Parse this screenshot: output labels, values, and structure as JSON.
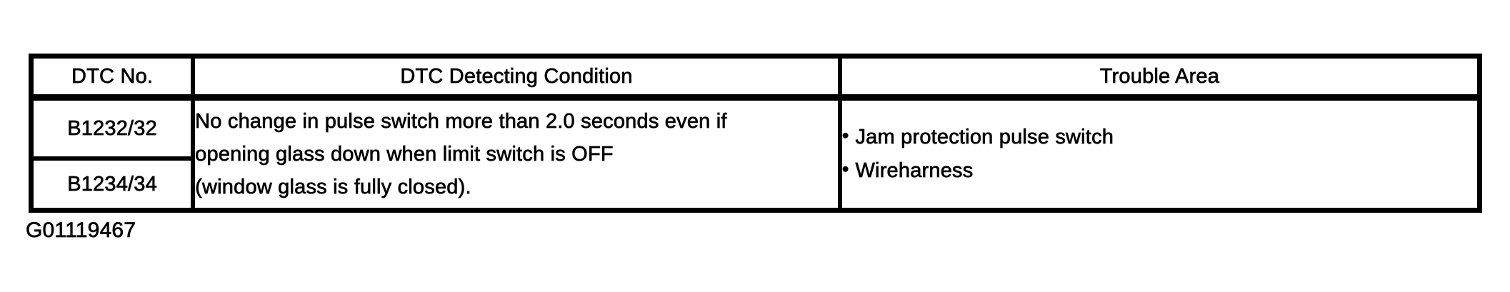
{
  "page": {
    "background_color": "#ffffff",
    "ink_color": "#000000"
  },
  "table": {
    "headers": {
      "dtc_no": "DTC No.",
      "condition": "DTC Detecting Condition",
      "trouble": "Trouble Area"
    },
    "dtc_rows": [
      {
        "code": "B1232/32"
      },
      {
        "code": "B1234/34"
      }
    ],
    "condition_lines": [
      "No change in pulse switch more than 2.0 seconds even if",
      "opening glass down when limit switch is OFF",
      "(window glass is fully closed)."
    ],
    "trouble_items": [
      {
        "bullet": "•",
        "label": "Jam protection pulse switch"
      },
      {
        "bullet": "•",
        "label": "Wireharness"
      }
    ]
  },
  "figure_code": "G01119467"
}
